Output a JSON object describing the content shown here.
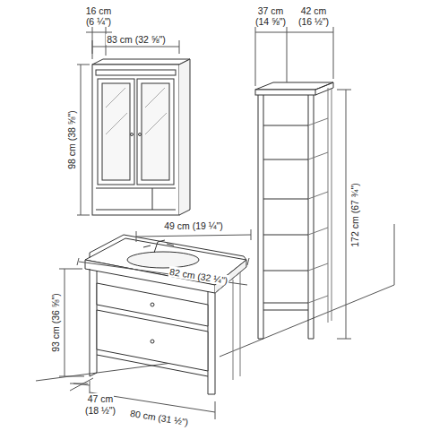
{
  "diagram": {
    "labels": [
      "16 cm",
      "(6 ¼\")",
      "83 cm (32 ⅝\")",
      "98 cm (38 ⅝\")",
      "37 cm",
      "(14 ⅝\")",
      "42 cm",
      "(16 ½\")",
      "172 cm (67 ¾\")",
      "49 cm (19 ¼\")",
      "82 cm (32 ¼\")",
      "93 cm (36 ⅝\")",
      "47 cm",
      "(18 ½\")",
      "80 cm (31 ½\")"
    ]
  }
}
